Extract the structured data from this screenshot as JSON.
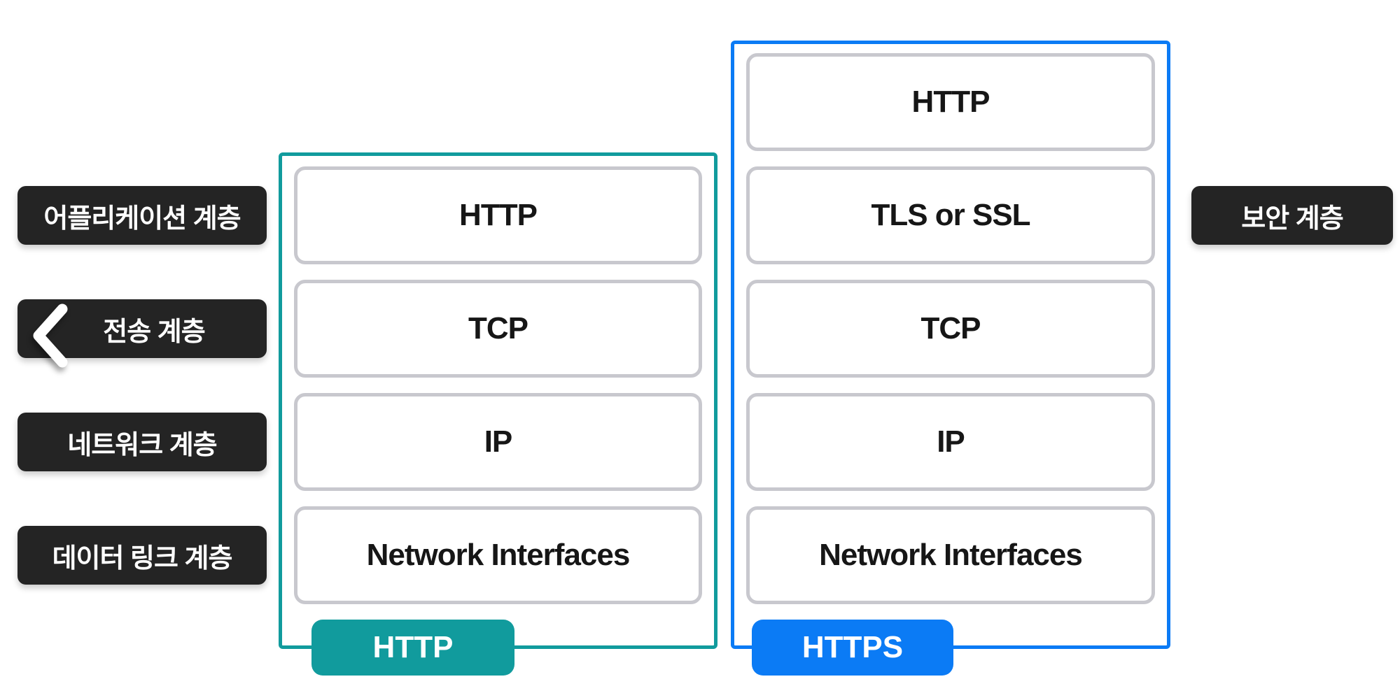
{
  "layer_labels": [
    {
      "id": "application",
      "label": "어플리케이션 계층"
    },
    {
      "id": "transport",
      "label": "전송 계층",
      "icon": "chevron-left"
    },
    {
      "id": "network",
      "label": "네트워크 계층"
    },
    {
      "id": "datalink",
      "label": "데이터 링크 계층"
    }
  ],
  "security_label": "보안 계층",
  "stacks": {
    "http": {
      "badge": "HTTP",
      "accent_color": "#119B9D",
      "layers": [
        "HTTP",
        "TCP",
        "IP",
        "Network Interfaces"
      ]
    },
    "https": {
      "badge": "HTTPS",
      "accent_color": "#0B7BF5",
      "layers": [
        "HTTP",
        "TLS or SSL",
        "TCP",
        "IP",
        "Network Interfaces"
      ]
    }
  },
  "colors": {
    "background": "#ffffff",
    "tag_background": "#242424",
    "tag_text": "#ffffff",
    "box_border": "#C8C8CE",
    "box_text": "#161616"
  }
}
